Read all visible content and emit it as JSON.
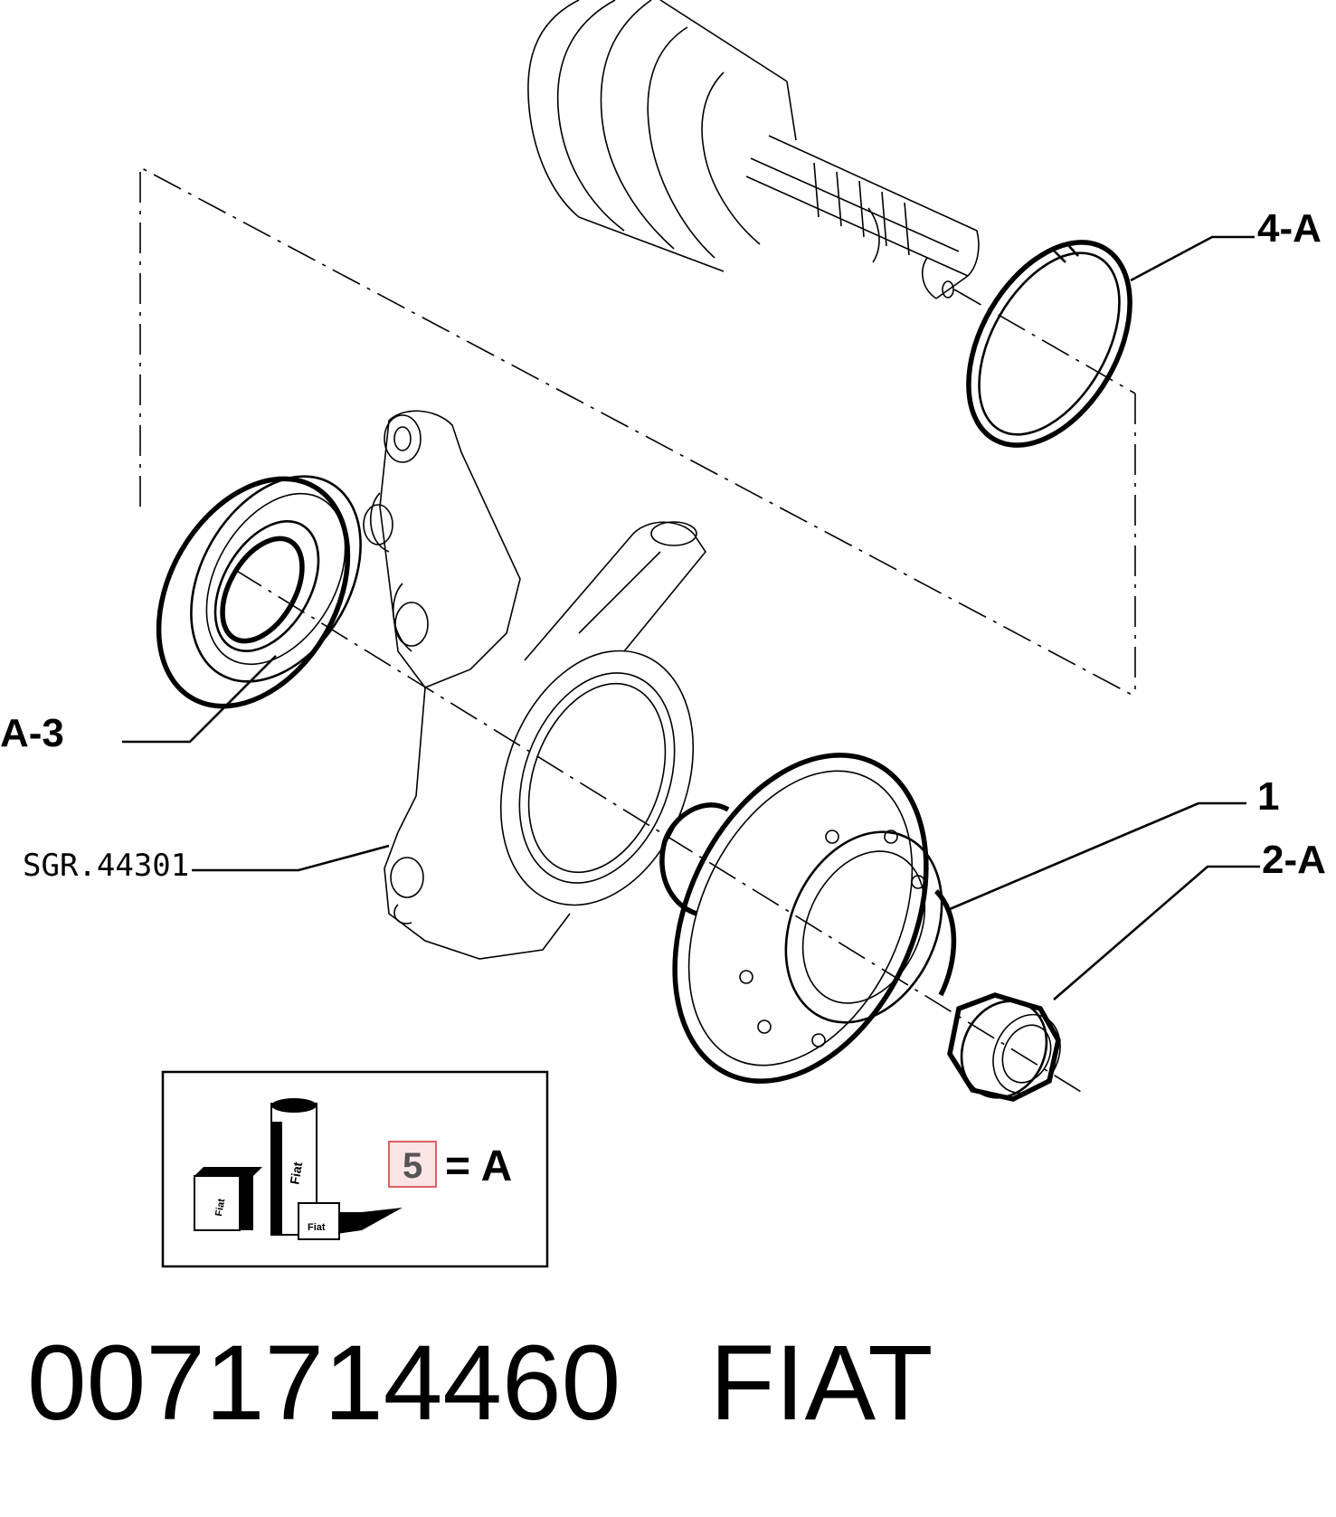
{
  "callouts": {
    "ring_4A": "4-A",
    "seal_A3": "A-3",
    "hub_1": "1",
    "nut_2A": "2-A"
  },
  "knuckle_ref": "SGR.44301",
  "legend": {
    "number": "5",
    "equals_text": "= A",
    "box_color": "#e06060",
    "tube_label": "Fiat",
    "box_label": "Fiat",
    "pack_label": "Fiat"
  },
  "footer": {
    "part_number": "0071714460",
    "brand": "FIAT"
  }
}
